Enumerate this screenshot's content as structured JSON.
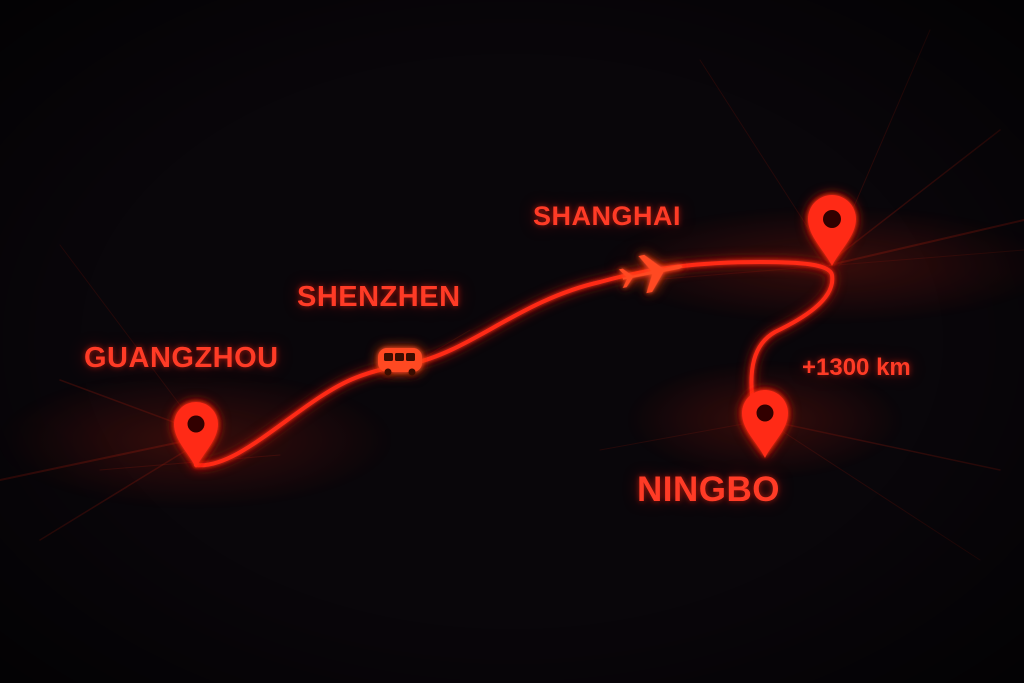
{
  "map": {
    "cities": {
      "guangzhou": "GUANGZHOU",
      "shenzhen": "SHENZHEN",
      "shanghai": "SHANGHAI",
      "ningbo": "NINGBO"
    },
    "distance_label": "+1300 km",
    "colors": {
      "background": "#09060a",
      "route": "#ff2a14",
      "label": "#ff3b26",
      "glow": "#ff2000"
    },
    "icons": [
      "map-pin-icon",
      "bus-icon",
      "airplane-icon"
    ]
  }
}
